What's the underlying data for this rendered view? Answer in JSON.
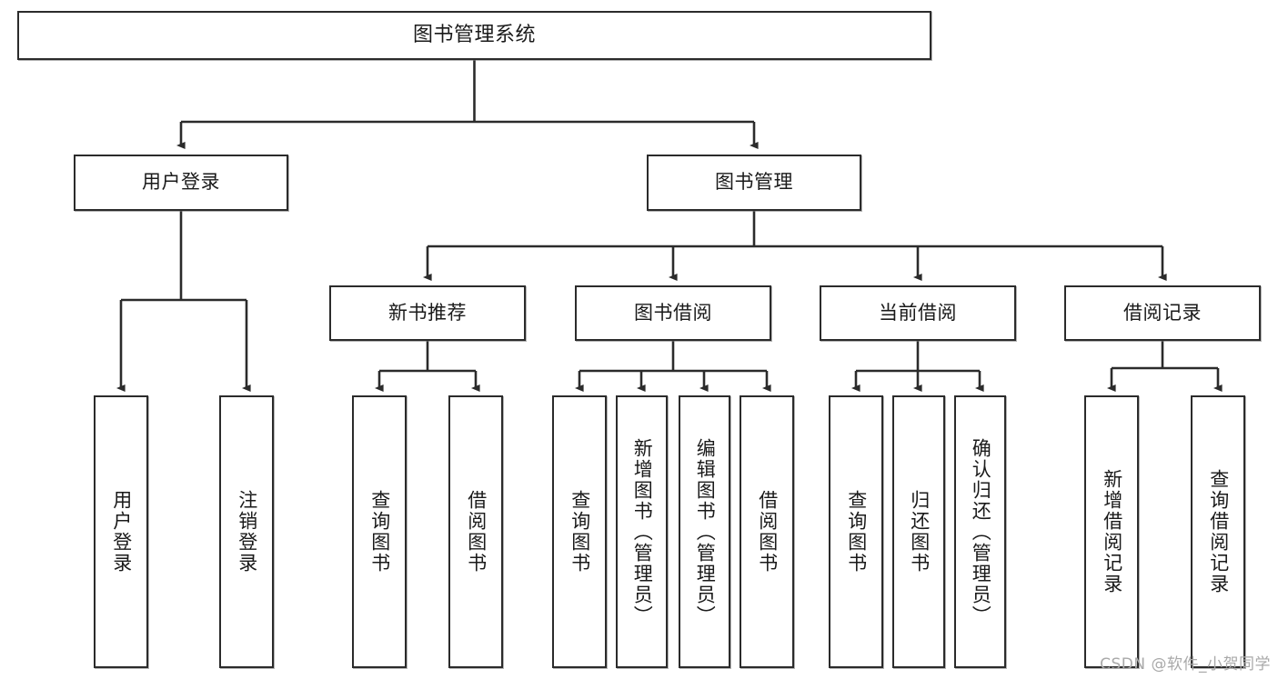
{
  "diagram": {
    "title": "图书管理系统",
    "type": "tree",
    "stroke_color": "#2b2b2b",
    "fill_color": "#ffffff",
    "text_color": "#1a1a1a",
    "watermark": "CSDN @软件_小贺同学",
    "nodes": {
      "root": {
        "label": "图书管理系统"
      },
      "level2": [
        {
          "label": "用户登录"
        },
        {
          "label": "图书管理"
        }
      ],
      "level3": [
        {
          "label": "新书推荐"
        },
        {
          "label": "图书借阅"
        },
        {
          "label": "当前借阅"
        },
        {
          "label": "借阅记录"
        }
      ],
      "leaves": {
        "user_login": [
          {
            "label": "用户登录"
          },
          {
            "label": "注销登录"
          }
        ],
        "new_book_recommend": [
          {
            "label": "查询图书"
          },
          {
            "label": "借阅图书"
          }
        ],
        "book_borrow": [
          {
            "label": "查询图书"
          },
          {
            "label": "新增图书（管理员）"
          },
          {
            "label": "编辑图书（管理员）"
          },
          {
            "label": "借阅图书"
          }
        ],
        "current_borrow": [
          {
            "label": "查询图书"
          },
          {
            "label": "归还图书"
          },
          {
            "label": "确认归还（管理员）"
          }
        ],
        "borrow_record": [
          {
            "label": "新增借阅记录"
          },
          {
            "label": "查询借阅记录"
          }
        ]
      }
    }
  }
}
